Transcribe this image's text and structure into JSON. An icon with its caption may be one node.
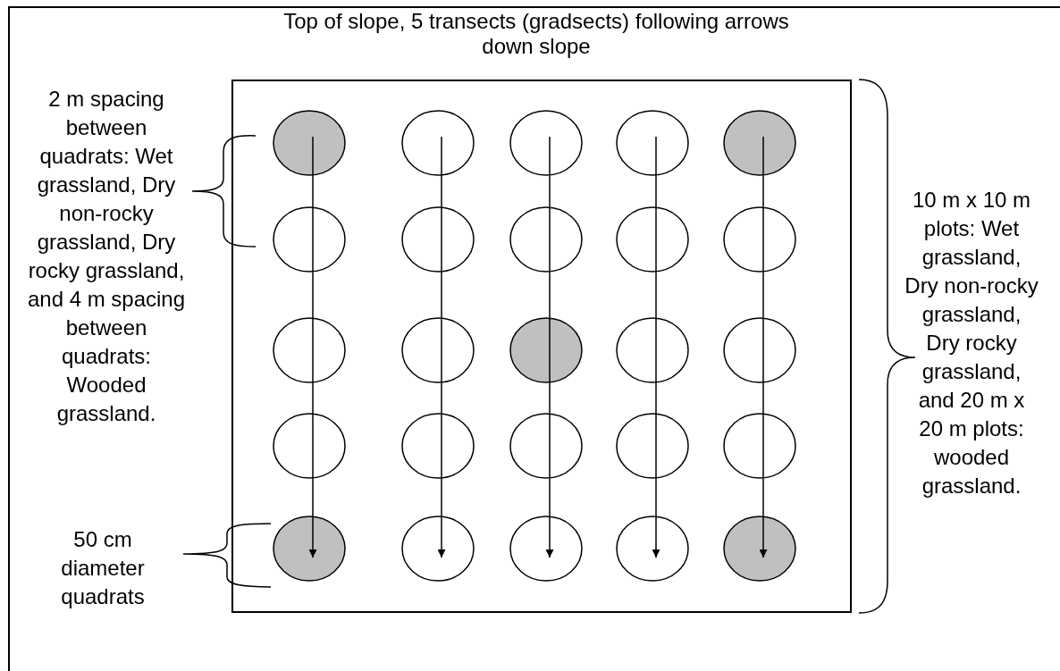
{
  "diagram": {
    "title": "Top of slope, 5 transects (gradsects) following arrows down slope",
    "nodes": [
      {
        "text": [],
        "shape": "box"
      },
      {
        "text": [],
        "shape": "circle",
        "in": 0
      },
      {
        "text": [],
        "shape": "circle",
        "in": 0
      },
      {
        "text": [],
        "shape": "circle",
        "in": 0
      },
      {
        "text": [],
        "shape": "circle",
        "in": 0
      },
      {
        "text": [],
        "shape": "circle",
        "in": 0
      },
      {
        "text": [],
        "shape": "circle",
        "in": 0
      },
      {
        "text": [],
        "shape": "circle",
        "in": 0
      },
      {
        "text": [],
        "shape": "circle",
        "in": 0
      },
      {
        "text": [],
        "shape": "circle",
        "in": 0
      },
      {
        "text": [],
        "shape": "circle",
        "in": 0
      },
      {
        "text": [],
        "shape": "circle",
        "in": 0
      },
      {
        "text": [],
        "shape": "circle",
        "in": 0
      },
      {
        "text": [],
        "shape": "circle",
        "in": 0
      },
      {
        "text": [],
        "shape": "circle",
        "in": 0
      },
      {
        "text": [],
        "shape": "circle",
        "in": 0
      },
      {
        "text": [],
        "shape": "circle",
        "in": 0
      },
      {
        "text": [],
        "shape": "circle",
        "in": 0
      },
      {
        "text": [],
        "shape": "circle",
        "in": 0
      },
      {
        "text": [],
        "shape": "circle",
        "in": 0
      },
      {
        "text": [],
        "shape": "circle",
        "in": 0
      },
      {
        "text": [],
        "shape": "circle",
        "in": 0
      },
      {
        "text": [],
        "shape": "circle",
        "in": 0
      },
      {
        "text": [],
        "shape": "circle",
        "in": 0
      },
      {
        "text": [],
        "shape": "circle",
        "in": 0
      },
      {
        "text": [],
        "shape": "circle",
        "in": 0
      }
    ],
    "edges": [
      {
        "from": 1,
        "to": 6,
        "arrow": "none"
      },
      {
        "from": 6,
        "to": 11,
        "arrow": "none"
      },
      {
        "from": 11,
        "to": 16,
        "arrow": "none"
      },
      {
        "from": 16,
        "to": 21,
        "arrow": "to"
      },
      {
        "from": 2,
        "to": 7,
        "arrow": "none"
      },
      {
        "from": 7,
        "to": 12,
        "arrow": "none"
      },
      {
        "from": 12,
        "to": 17,
        "arrow": "none"
      },
      {
        "from": 17,
        "to": 22,
        "arrow": "to"
      },
      {
        "from": 3,
        "to": 8,
        "arrow": "none"
      },
      {
        "from": 8,
        "to": 13,
        "arrow": "none"
      },
      {
        "from": 13,
        "to": 18,
        "arrow": "none"
      },
      {
        "from": 18,
        "to": 23,
        "arrow": "to"
      },
      {
        "from": 4,
        "to": 9,
        "arrow": "none"
      },
      {
        "from": 9,
        "to": 14,
        "arrow": "none"
      },
      {
        "from": 14,
        "to": 19,
        "arrow": "none"
      },
      {
        "from": 19,
        "to": 24,
        "arrow": "to"
      },
      {
        "from": 5,
        "to": 10,
        "arrow": "none"
      },
      {
        "from": 10,
        "to": 15,
        "arrow": "none"
      },
      {
        "from": 15,
        "to": 20,
        "arrow": "none"
      },
      {
        "from": 20,
        "to": 25,
        "arrow": "to"
      }
    ],
    "labels": [
      "2 m spacing between quadrats: Wet grassland, Dry non-rocky grassland, Dry rocky grassland, and 4 m spacing between quadrats: Wooded grassland.",
      "10 m x 10 m plots: Wet grassland, Dry non-rocky grassland, Dry rocky grassland, and 20 m x 20 m plots: wooded grassland.",
      "50 cm diameter quadrats"
    ]
  }
}
